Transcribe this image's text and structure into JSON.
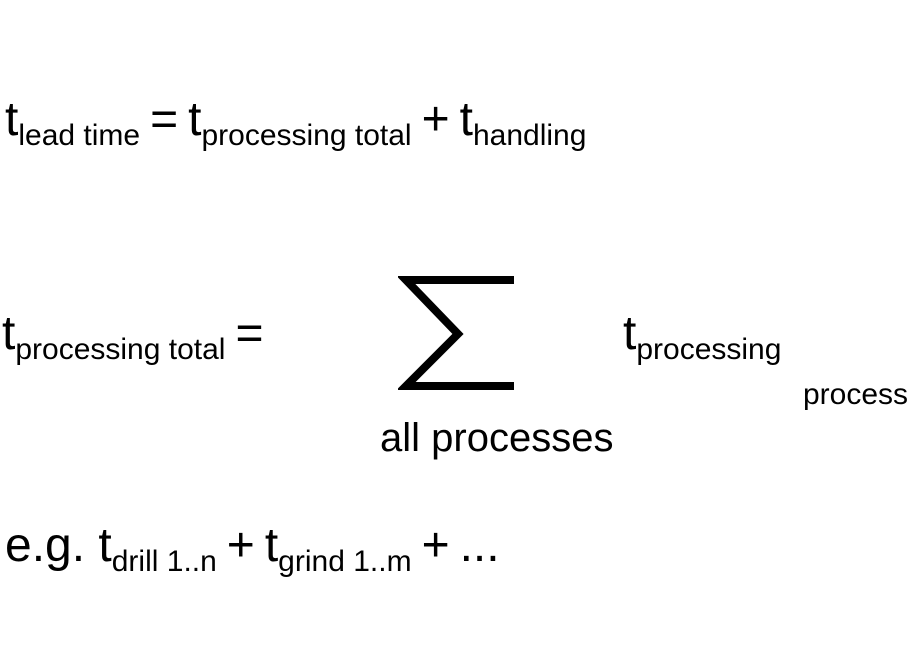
{
  "equation1": {
    "lhs_base": "t",
    "lhs_sub": "lead time",
    "eq": "=",
    "term1_base": "t",
    "term1_sub": "processing total",
    "plus": "+",
    "term2_base": "t",
    "term2_sub": "handling"
  },
  "equation2": {
    "lhs_base": "t",
    "lhs_sub": "processing total",
    "eq": "=",
    "sum_range": "all processes",
    "rhs_base": "t",
    "rhs_sub": "processing",
    "rhs_subsub": "process"
  },
  "equation3": {
    "prefix": "e.g.",
    "term1_base": "t",
    "term1_sub": "drill 1..n",
    "plus1": "+",
    "term2_base": "t",
    "term2_sub": "grind 1..m",
    "plus2": "+",
    "ellipsis": "..."
  }
}
